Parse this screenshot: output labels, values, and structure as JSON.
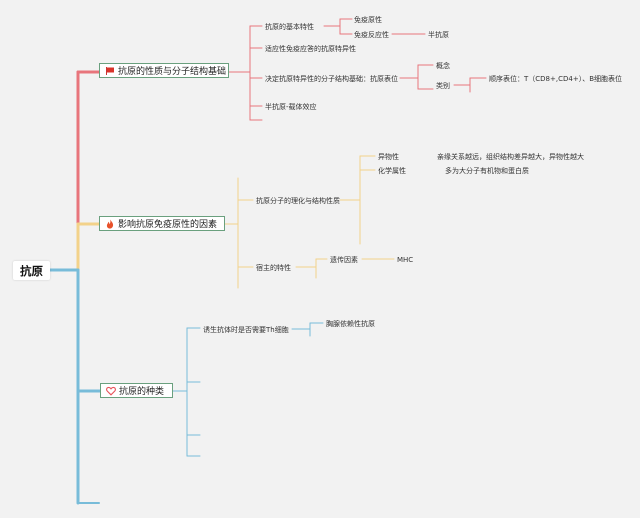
{
  "colors": {
    "red": "#e8757c",
    "yellow": "#f3d28a",
    "blue": "#78bcd9",
    "box_border": "#6aa07e"
  },
  "root": {
    "label": "抗原"
  },
  "branches": [
    {
      "label": "抗原的性质与分子结构基础",
      "icon": "red-flag-icon",
      "children": [
        {
          "label": "抗原的基本特性",
          "children": [
            {
              "label": "免疫原性"
            },
            {
              "label": "免疫反应性",
              "children": [
                {
                  "label": "半抗原"
                }
              ]
            }
          ]
        },
        {
          "label": "适应性免疫应答的抗原特异性"
        },
        {
          "label": "决定抗原特异性的分子结构基础：抗原表位",
          "children": [
            {
              "label": "概念"
            },
            {
              "label": "类别",
              "children": [
                {
                  "label": "顺序表位：T（CD8+,CD4+）、B细胞表位"
                }
              ]
            }
          ]
        },
        {
          "label": "半抗原-载体效应"
        }
      ]
    },
    {
      "label": "影响抗原免疫原性的因素",
      "icon": "fire-icon",
      "children": [
        {
          "label": "抗原分子的理化与结构性质",
          "children": [
            {
              "label": "异物性",
              "children": [
                {
                  "label": "亲缘关系越远，组织结构差异越大，异物性越大"
                }
              ]
            },
            {
              "label": "化学属性",
              "children": [
                {
                  "label": "多为大分子有机物和蛋白质"
                }
              ]
            }
          ]
        },
        {
          "label": "宿主的特性",
          "children": [
            {
              "label": "遗传因素",
              "children": [
                {
                  "label": "MHC"
                }
              ]
            }
          ]
        }
      ]
    },
    {
      "label": "抗原的种类",
      "icon": "heart-icon",
      "children": [
        {
          "label": "诱生抗体时是否需要Th细胞",
          "children": [
            {
              "label": "胸腺依赖性抗原"
            }
          ]
        }
      ]
    }
  ]
}
